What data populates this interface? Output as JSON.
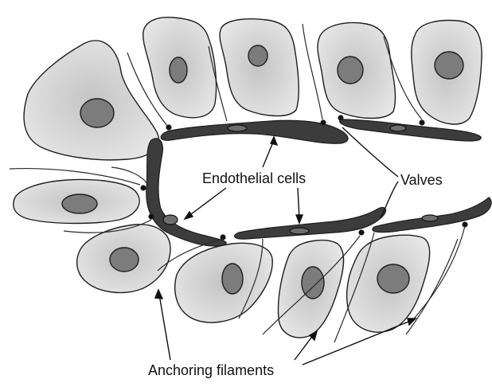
{
  "labels": {
    "endothelial_cells": "Endothelial cells",
    "valves": "Valves",
    "anchoring_filaments": "Anchoring filaments"
  },
  "colors": {
    "cell_fill": "#d2d2d2",
    "nucleus_fill": "#7c7c7c",
    "endothelium_fill": "#3c3c3c",
    "outline": "#1e1e1e",
    "background": "#ffffff"
  }
}
